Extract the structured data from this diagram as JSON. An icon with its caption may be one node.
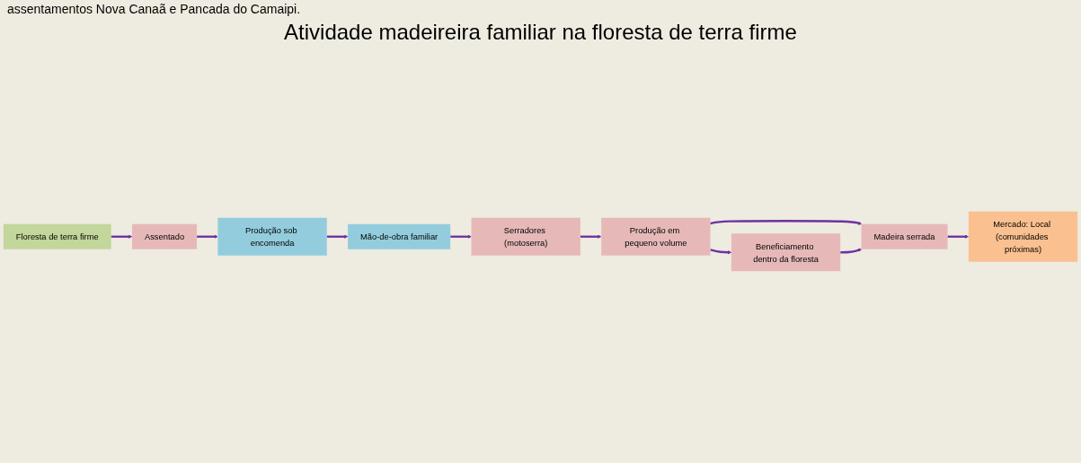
{
  "diagram": {
    "title": "Atividade madeireira familiar na floresta de terra firme",
    "caption": "assentamentos Nova Canaã e Pancada do Camaipi.",
    "nodes": [
      {
        "text": [
          "Floresta de terra firme"
        ]
      },
      {
        "text": [
          "Assentado"
        ]
      },
      {
        "text": [
          "Produção sob encomenda"
        ]
      },
      {
        "text": [
          "Mão-de-obra familiar"
        ]
      },
      {
        "text": [
          "Serradores (motoserra)"
        ]
      },
      {
        "text": [
          "Produção em pequeno volume"
        ]
      },
      {
        "text": [
          "Beneficiamento dentro da floresta"
        ]
      },
      {
        "text": [
          "Madeira serrada"
        ]
      },
      {
        "text": [
          "Mercado: Local (comunidades próximas)"
        ]
      }
    ],
    "edges": [
      {
        "from": 0,
        "to": 1,
        "arrow": "to"
      },
      {
        "from": 1,
        "to": 2,
        "arrow": "to"
      },
      {
        "from": 2,
        "to": 3,
        "arrow": "to"
      },
      {
        "from": 3,
        "to": 4,
        "arrow": "to"
      },
      {
        "from": 4,
        "to": 5,
        "arrow": "to"
      },
      {
        "from": 5,
        "to": 6,
        "arrow": "to"
      },
      {
        "from": 5,
        "to": 7,
        "arrow": "to"
      },
      {
        "from": 6,
        "to": 7,
        "arrow": "to"
      },
      {
        "from": 7,
        "to": 8,
        "arrow": "to"
      }
    ]
  }
}
